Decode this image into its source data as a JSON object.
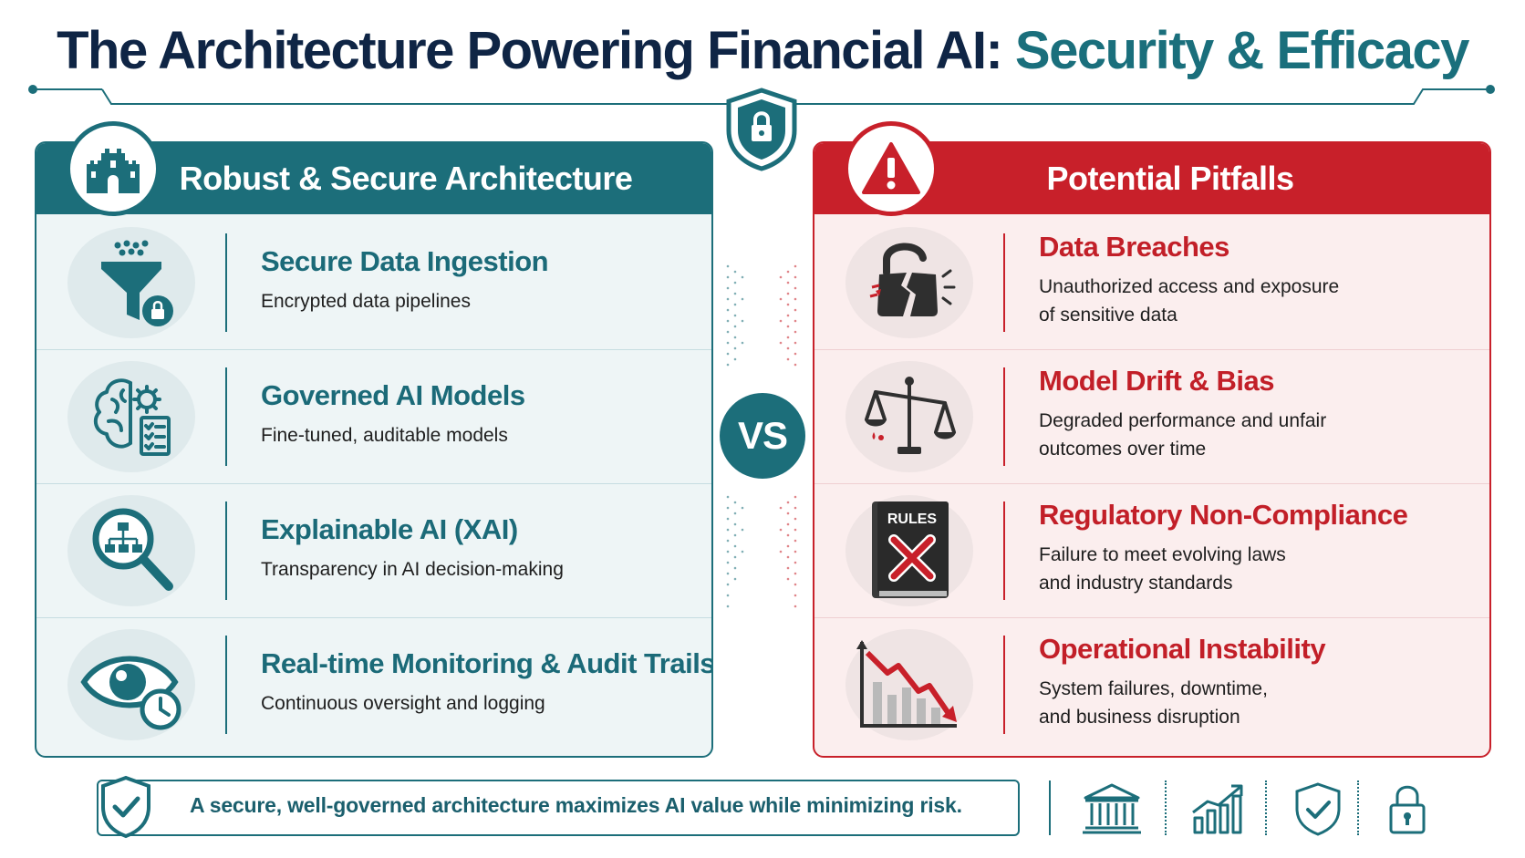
{
  "title": {
    "main": "The Architecture Powering Financial AI:",
    "accent": "Security & Efficacy"
  },
  "colors": {
    "teal": "#1c6e7a",
    "red": "#c8202a",
    "navy": "#0f2545"
  },
  "left_panel": {
    "header": "Robust & Secure Architecture",
    "header_icon": "castle-icon",
    "rows": [
      {
        "title": "Secure Data Ingestion",
        "desc": [
          "Encrypted data pipelines"
        ],
        "icon": "funnel-lock-icon"
      },
      {
        "title": "Governed AI Models",
        "desc": [
          "Fine-tuned, auditable models"
        ],
        "icon": "brain-gear-checklist-icon"
      },
      {
        "title": "Explainable AI (XAI)",
        "desc": [
          "Transparency in AI decision-making"
        ],
        "icon": "magnifier-hierarchy-icon"
      },
      {
        "title": "Real-time Monitoring & Audit Trails",
        "desc": [
          "Continuous oversight and logging"
        ],
        "icon": "eye-clock-icon"
      }
    ]
  },
  "right_panel": {
    "header": "Potential Pitfalls",
    "header_icon": "warning-icon",
    "rows": [
      {
        "title": "Data Breaches",
        "desc": [
          "Unauthorized access and exposure",
          "of sensitive data"
        ],
        "icon": "broken-lock-icon"
      },
      {
        "title": "Model Drift & Bias",
        "desc": [
          "Degraded performance and unfair",
          "outcomes over time"
        ],
        "icon": "unbalanced-scale-icon"
      },
      {
        "title": "Regulatory Non-Compliance",
        "desc": [
          "Failure to meet evolving laws",
          "and industry standards"
        ],
        "icon": "rules-book-x-icon",
        "icon_label": "RULES"
      },
      {
        "title": "Operational Instability",
        "desc": [
          "System failures, downtime,",
          "and business disruption"
        ],
        "icon": "declining-chart-icon"
      }
    ]
  },
  "vs_label": "VS",
  "footer": {
    "text": "A secure, well-governed architecture maximizes AI value while minimizing risk.",
    "icons": [
      "bank-icon",
      "growth-chart-icon",
      "shield-check-icon",
      "padlock-icon"
    ]
  }
}
